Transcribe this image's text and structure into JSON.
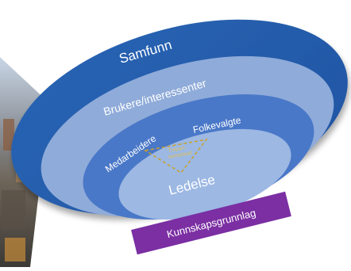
{
  "diagram": {
    "rings": {
      "outer": "Samfunn",
      "second": "Brukere/interessenter",
      "third_left": "Medarbeidere",
      "third_right": "Folkevalgte",
      "center": "Ledelse"
    },
    "triangle_caption_line1": "Trepart-",
    "triangle_caption_line2": "samarbeid",
    "base_label": "Kunnskapsgrunnlag",
    "colors": {
      "outer_ring": "#2e6fc0",
      "second_ring": "#8fabd9",
      "third_ring": "#4a78c8",
      "center": "#9cb8e3",
      "base_bar": "#7b2fa3",
      "triangle": "#c9a227"
    }
  },
  "background_photo": {
    "icon": "city-photo-strip"
  }
}
